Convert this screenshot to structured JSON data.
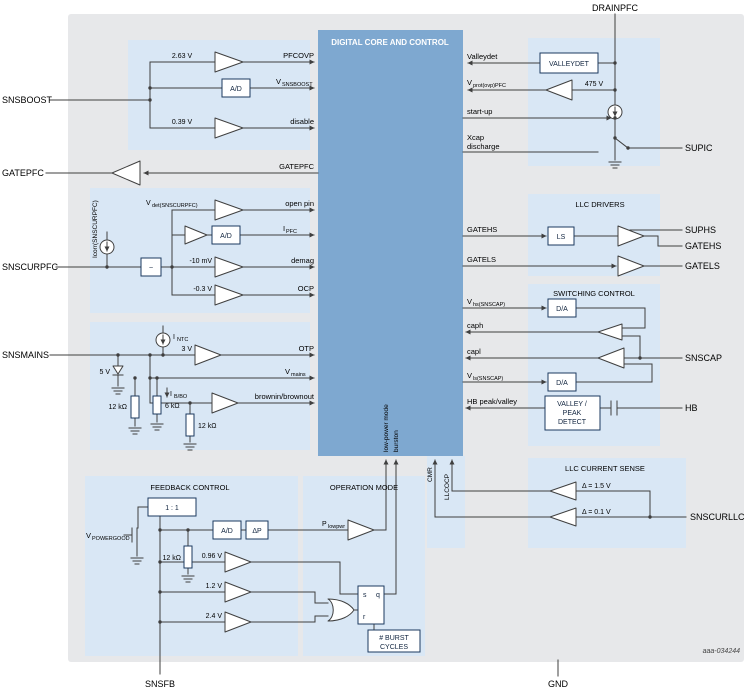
{
  "meta": {
    "drawing_number": "aaa-034244"
  },
  "core": {
    "title": "DIGITAL CORE AND CONTROL",
    "lowpower": "low-power mode",
    "burston": "burston",
    "cmr": "CMR",
    "llcocp": "LLCOCP"
  },
  "pins": {
    "drainpfc": "DRAINPFC",
    "snsboost": "SNSBOOST",
    "gatepfc": "GATEPFC",
    "snscurpfc": "SNSCURPFC",
    "snsmains": "SNSMAINS",
    "snsfb": "SNSFB",
    "supic": "SUPIC",
    "suphs": "SUPHS",
    "gatehs": "GATEHS",
    "gatels": "GATELS",
    "snscap": "SNSCAP",
    "hb": "HB",
    "snscurllc": "SNSCURLLC",
    "gnd": "GND"
  },
  "boost": {
    "ref_ovp": "2.63 V",
    "adc": "A/D",
    "ref_disable": "0.39 V",
    "sig_pfcovp": "PFCOVP",
    "sig_vsnsboost": "V",
    "sig_vsnsboost_sub": "SNSBOOST",
    "sig_disable": "disable",
    "sig_gatepfc": "GATEPFC"
  },
  "curpfc": {
    "isrc": "Icorr(SNSCURPFC)",
    "vdet": "V",
    "vdet_sub": "det(SNSCURPFC)",
    "adc": "A/D",
    "ref_demag": "-10 mV",
    "ref_ocp": "-0.3 V",
    "sig_openpin": "open pin",
    "sig_ipfc": "I",
    "sig_ipfc_sub": "PFC",
    "sig_demag": "demag",
    "sig_ocp": "OCP",
    "acbox": "~"
  },
  "mains": {
    "isrc": "I",
    "isrc_sub": "NTC",
    "ref_otp": "3 V",
    "zener": "5 V",
    "r1": "12 kΩ",
    "r2": "6 kΩ",
    "r3": "12 kΩ",
    "ibbo": "I",
    "ibbo_sub": "B/BO",
    "sig_otp": "OTP",
    "sig_vmains": "V",
    "sig_vmains_sub": "mains",
    "sig_brown": "brownin/brownout"
  },
  "feedback": {
    "title": "FEEDBACK CONTROL",
    "mirror": "1 : 1",
    "vpg": "V",
    "vpg_sub": "POWERGOOD",
    "r1": "12 kΩ",
    "adc": "A/D",
    "dp": "ΔP",
    "ref1": "0.96 V",
    "ref2": "1.2 V",
    "ref3": "2.4 V"
  },
  "opmode": {
    "title": "OPERATION MODE",
    "plow": "P",
    "plow_sub": "lowpwr",
    "s": "s",
    "q": "q",
    "r": "r",
    "burst1": "# BURST",
    "burst2": "CYCLES"
  },
  "valley": {
    "box": "VALLEYDET",
    "sig_valleydet": "Valleydet",
    "sig_vprot": "V",
    "sig_vprot_sub": "prot(ovp)PFC",
    "ref": "475 V",
    "sig_startup": "start-up",
    "xcap1": "Xcap",
    "xcap2": "discharge"
  },
  "drivers": {
    "title": "LLC DRIVERS",
    "ls": "LS",
    "sig_gatehs": "GATEHS",
    "sig_gatels": "GATELS"
  },
  "swctl": {
    "title": "SWITCHING CONTROL",
    "vhs": "V",
    "vhs_sub": "hs(SNSCAP)",
    "dac1": "D/A",
    "dac2": "D/A",
    "caph": "caph",
    "capl": "capl",
    "vls": "V",
    "vls_sub": "ls(SNSCAP)",
    "sig_hb": "HB peak/valley",
    "det1": "VALLEY /",
    "det2": "PEAK",
    "det3": "DETECT"
  },
  "llcsense": {
    "title": "LLC CURRENT SENSE",
    "ref1": "Δ = 1.5 V",
    "ref2": "Δ = 0.1 V"
  }
}
